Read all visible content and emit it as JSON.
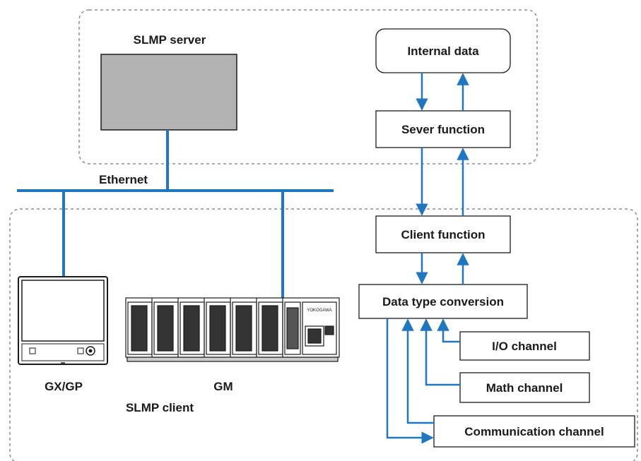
{
  "labels": {
    "slmp_server": "SLMP server",
    "ethernet": "Ethernet",
    "gx_gp": "GX/GP",
    "gm": "GM",
    "slmp_client": "SLMP client",
    "gm_brand": "YOKOGAWA"
  },
  "blocks": {
    "internal_data": "Internal data",
    "server_function": "Sever function",
    "client_function": "Client function",
    "data_type_conversion": "Data type conversion",
    "io_channel": "I/O channel",
    "math_channel": "Math channel",
    "communication_channel": "Communication channel"
  },
  "colors": {
    "link": "#1f77c2",
    "server_box": "#b3b3b3",
    "dashed_border": "#8c8c8c"
  }
}
